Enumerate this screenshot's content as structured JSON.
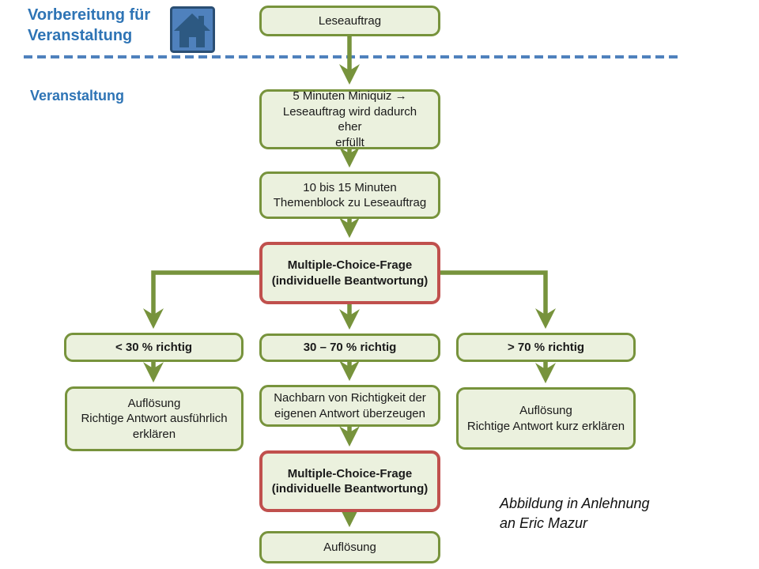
{
  "header": {
    "prep_line1": "Vorbereitung für",
    "prep_line2": "Veranstaltung",
    "event_label": "Veranstaltung",
    "home_icon": "home-icon"
  },
  "nodes": {
    "leseauftrag": {
      "text": "Leseauftrag"
    },
    "miniquiz": {
      "text": "5 Minuten Miniquiz →\nLeseauftrag wird dadurch eher\nerfüllt"
    },
    "themenblock": {
      "text": "10 bis 15 Minuten\nThemenblock zu Leseauftrag"
    },
    "mc_frage_1": {
      "text": "Multiple-Choice-Frage\n(individuelle Beantwortung)"
    },
    "lt30": {
      "text": "< 30 % richtig"
    },
    "mid3070": {
      "text": "30 – 70 % richtig"
    },
    "gt70": {
      "text": "> 70 % richtig"
    },
    "aufloesung_ausfuehrlich": {
      "text": "Auflösung\nRichtige Antwort  ausführlich\nerklären"
    },
    "nachbarn": {
      "text": "Nachbarn von Richtigkeit der\neigenen Antwort  überzeugen"
    },
    "aufloesung_kurz": {
      "text": "Auflösung\nRichtige Antwort  kurz erklären"
    },
    "mc_frage_2": {
      "text": "Multiple-Choice-Frage\n(individuelle Beantwortung)"
    },
    "aufloesung_final": {
      "text": "Auflösung"
    }
  },
  "caption": {
    "text": "Abbildung in Anlehnung\nan Eric Mazur"
  },
  "colors": {
    "accent_green": "#77933C",
    "node_fill": "#EBF1DE",
    "accent_red": "#C0504D",
    "accent_blue": "#2E74B5",
    "divider_blue": "#4F81BD"
  }
}
